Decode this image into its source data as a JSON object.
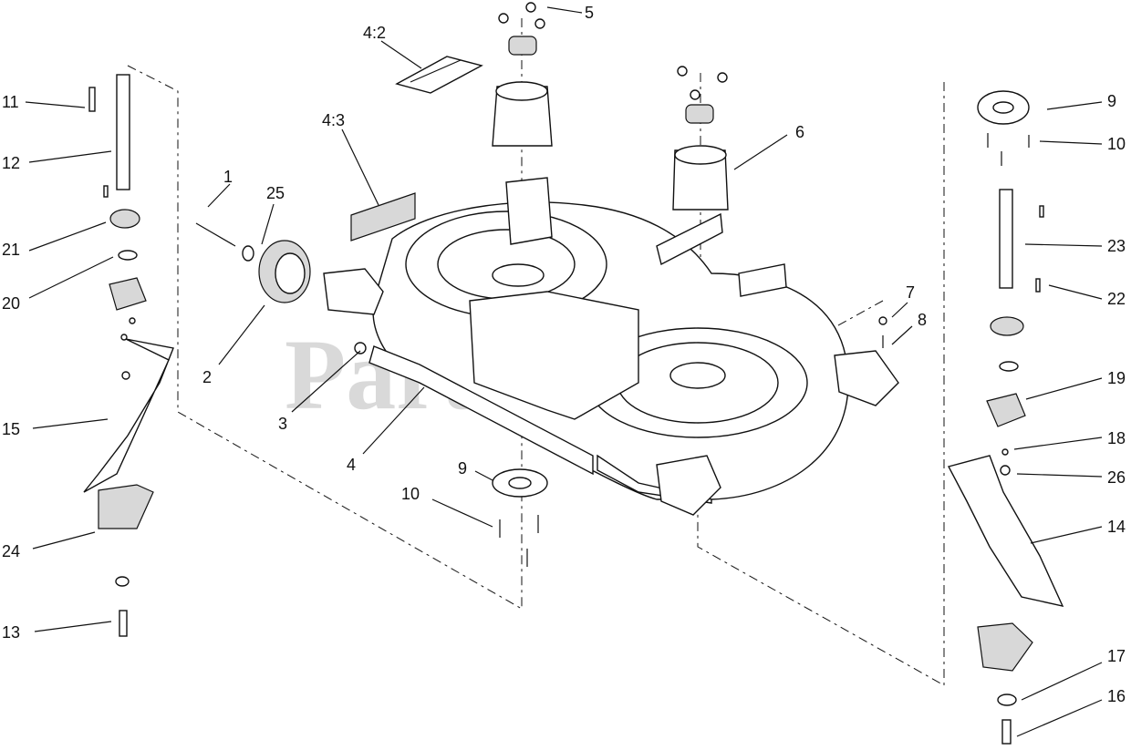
{
  "watermark": {
    "brand": "PartsTree",
    "trademark": "™"
  },
  "callouts": [
    {
      "id": "1",
      "text": "1"
    },
    {
      "id": "2",
      "text": "2"
    },
    {
      "id": "3",
      "text": "3"
    },
    {
      "id": "4",
      "text": "4"
    },
    {
      "id": "4-2",
      "text": "4:2"
    },
    {
      "id": "4-3",
      "text": "4:3"
    },
    {
      "id": "5",
      "text": "5"
    },
    {
      "id": "6",
      "text": "6"
    },
    {
      "id": "7",
      "text": "7"
    },
    {
      "id": "8",
      "text": "8"
    },
    {
      "id": "9-right",
      "text": "9"
    },
    {
      "id": "9-center",
      "text": "9"
    },
    {
      "id": "10-right",
      "text": "10"
    },
    {
      "id": "10-center",
      "text": "10"
    },
    {
      "id": "11",
      "text": "11"
    },
    {
      "id": "12",
      "text": "12"
    },
    {
      "id": "13",
      "text": "13"
    },
    {
      "id": "14",
      "text": "14"
    },
    {
      "id": "15",
      "text": "15"
    },
    {
      "id": "16",
      "text": "16"
    },
    {
      "id": "17",
      "text": "17"
    },
    {
      "id": "18",
      "text": "18"
    },
    {
      "id": "19",
      "text": "19"
    },
    {
      "id": "20",
      "text": "20"
    },
    {
      "id": "21",
      "text": "21"
    },
    {
      "id": "22",
      "text": "22"
    },
    {
      "id": "23",
      "text": "23"
    },
    {
      "id": "24",
      "text": "24"
    },
    {
      "id": "25",
      "text": "25"
    },
    {
      "id": "26",
      "text": "26"
    }
  ]
}
